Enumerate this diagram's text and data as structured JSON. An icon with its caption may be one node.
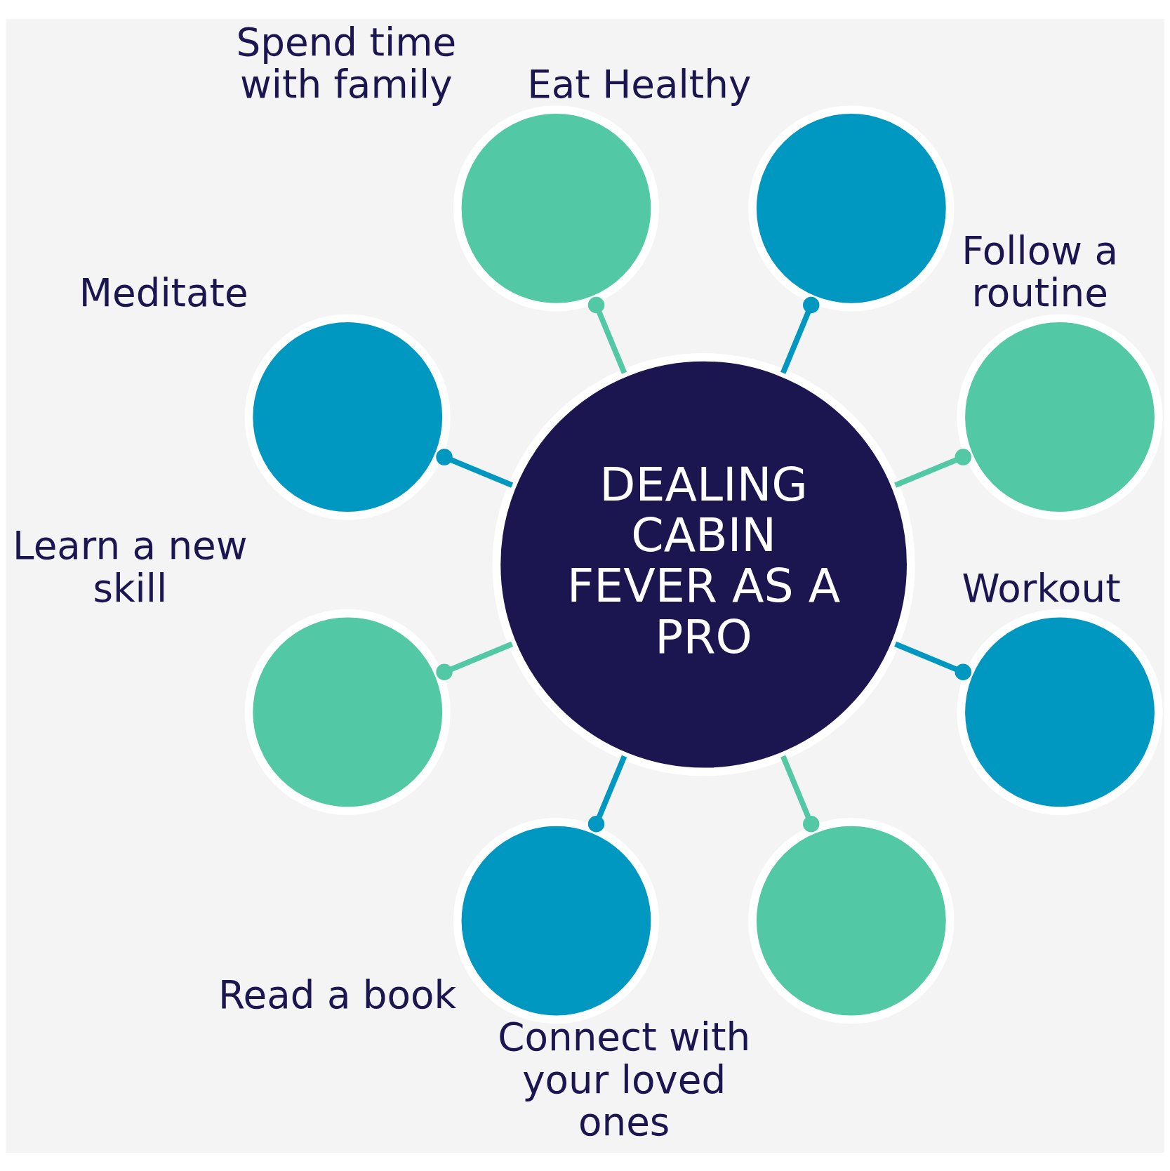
{
  "diagram": {
    "nodes": [
      {
        "text": [
          "DEALING CABIN FEVER AS A PRO"
        ]
      },
      {
        "text": [],
        "shape": "circle",
        "beside": [
          "Spend time with family"
        ]
      },
      {
        "text": [],
        "shape": "circle",
        "beside": [
          "Meditate"
        ]
      },
      {
        "text": [],
        "shape": "circle",
        "beside": [
          "Eat Healthy"
        ]
      },
      {
        "text": [],
        "shape": "circle",
        "beside": [
          "Learn a new skill"
        ]
      },
      {
        "text": [],
        "shape": "circle",
        "beside": [
          "Follow a routine"
        ]
      },
      {
        "text": [],
        "shape": "circle",
        "beside": [
          "Read a book"
        ]
      },
      {
        "text": [],
        "shape": "circle",
        "beside": [
          "Workout"
        ]
      },
      {
        "text": [],
        "shape": "circle",
        "beside": [
          "Connect with your loved ones"
        ]
      }
    ],
    "edges": [
      {
        "from": 0,
        "to": 1,
        "arrow": "other",
        "color": "#52c9a4"
      },
      {
        "from": 0,
        "to": 2,
        "arrow": "other",
        "color": "#0097c0"
      },
      {
        "from": 0,
        "to": 3,
        "arrow": "other",
        "color": "#0097c0"
      },
      {
        "from": 0,
        "to": 4,
        "arrow": "other",
        "color": "#52c9a4"
      },
      {
        "from": 0,
        "to": 5,
        "arrow": "other",
        "color": "#52c9a4"
      },
      {
        "from": 0,
        "to": 6,
        "arrow": "other",
        "color": "#0097c0"
      },
      {
        "from": 0,
        "to": 7,
        "arrow": "other",
        "color": "#0097c0"
      },
      {
        "from": 0,
        "to": 8,
        "arrow": "other",
        "color": "#52c9a4"
      }
    ]
  }
}
